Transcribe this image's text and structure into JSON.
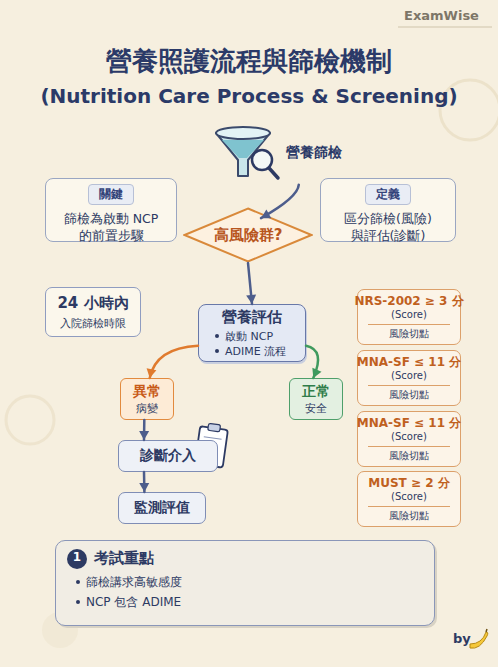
{
  "diagram": {
    "title": "營養照護流程與篩檢機制",
    "nodes": [
      {
        "text": [
          "營養篩檢"
        ]
      },
      {
        "text": [
          "關鍵",
          "篩檢為啟動 NCP 的前置步驟"
        ]
      },
      {
        "text": [
          "定義",
          "區分篩檢(風險) 與評估(診斷)"
        ]
      },
      {
        "text": [
          "高風險群?"
        ]
      },
      {
        "text": [
          "24 小時內",
          "入院篩檢時限"
        ]
      },
      {
        "text": [
          "營養評估",
          "啟動 NCP",
          "ADIME 流程"
        ]
      },
      {
        "text": [
          "NRS-2002 ≥ 3 分",
          "(Score)",
          "風險切點"
        ]
      },
      {
        "text": [
          "異常",
          "病變"
        ]
      },
      {
        "text": [
          "正常",
          "安全"
        ]
      },
      {
        "text": [
          "MNA-SF ≤ 11 分",
          "(Score)",
          "風險切點"
        ]
      },
      {
        "text": [
          "MNA-SF ≤ 11 分",
          "(Score)",
          "風險切點"
        ]
      },
      {
        "text": [
          "診斷介入"
        ]
      },
      {
        "text": [
          "監測評值"
        ]
      },
      {
        "text": [
          "MUST ≥ 2 分",
          "(Score)",
          "風險切點"
        ]
      },
      {
        "text": [
          "考試重點",
          "篩檢講求高敏感度",
          "NCP 包含 ADIME"
        ]
      },
      {
        "text": [
          "1"
        ],
        "in": 14
      }
    ],
    "edges": [
      {
        "from": 0,
        "to": 3,
        "arrow": "to"
      },
      {
        "from": 3,
        "to": 5,
        "arrow": "to"
      },
      {
        "from": 5,
        "to": 7,
        "arrow": "to"
      },
      {
        "from": 5,
        "to": 8,
        "arrow": "to"
      },
      {
        "from": 7,
        "to": 11,
        "arrow": "to"
      },
      {
        "from": 11,
        "to": 12,
        "arrow": "to"
      }
    ],
    "labels": [
      "ExamWise",
      "(Nutrition Care Process & Screening)",
      "by"
    ]
  }
}
